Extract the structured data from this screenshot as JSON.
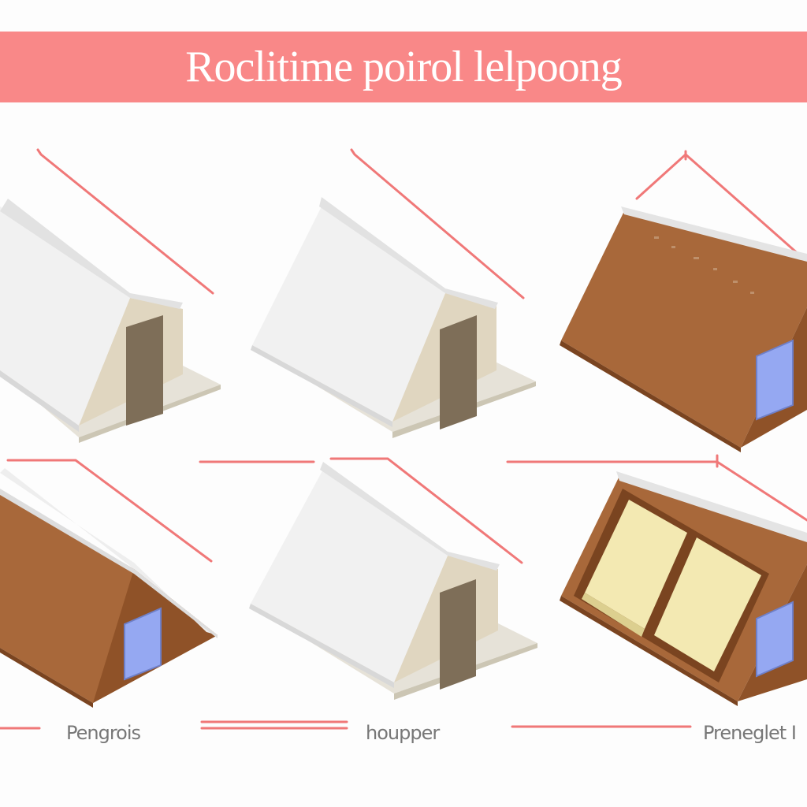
{
  "title": "Roclitime poirol lelpoong",
  "captions": {
    "left": "Pengrois",
    "center": "houpper",
    "right": "Preneglet I"
  },
  "colors": {
    "banner": "#f98888",
    "leader_line": "#f07878",
    "white_roof": "#f1f1f1",
    "white_roof_shadow": "#dcdcdc",
    "beige_gable": "#e0d6c0",
    "door": "#7e6e58",
    "brown_roof": "#a8683a",
    "brown_gable": "#8f5228",
    "window_blue": "#95a8f2",
    "skylight_glass": "#f3e9b2",
    "caption_text": "#777777"
  },
  "units": [
    {
      "name": "white-tent-house",
      "roof": "white",
      "opening": "door"
    },
    {
      "name": "white-tent-house",
      "roof": "white",
      "opening": "door"
    },
    {
      "name": "brown-roof-house",
      "roof": "brown",
      "opening": "blue-window"
    },
    {
      "name": "brown-roof-house",
      "roof": "brown",
      "opening": "blue-window"
    },
    {
      "name": "white-tent-house",
      "roof": "white",
      "opening": "door"
    },
    {
      "name": "skylight-roof-house",
      "roof": "brown-skylight",
      "opening": "blue-window"
    }
  ]
}
